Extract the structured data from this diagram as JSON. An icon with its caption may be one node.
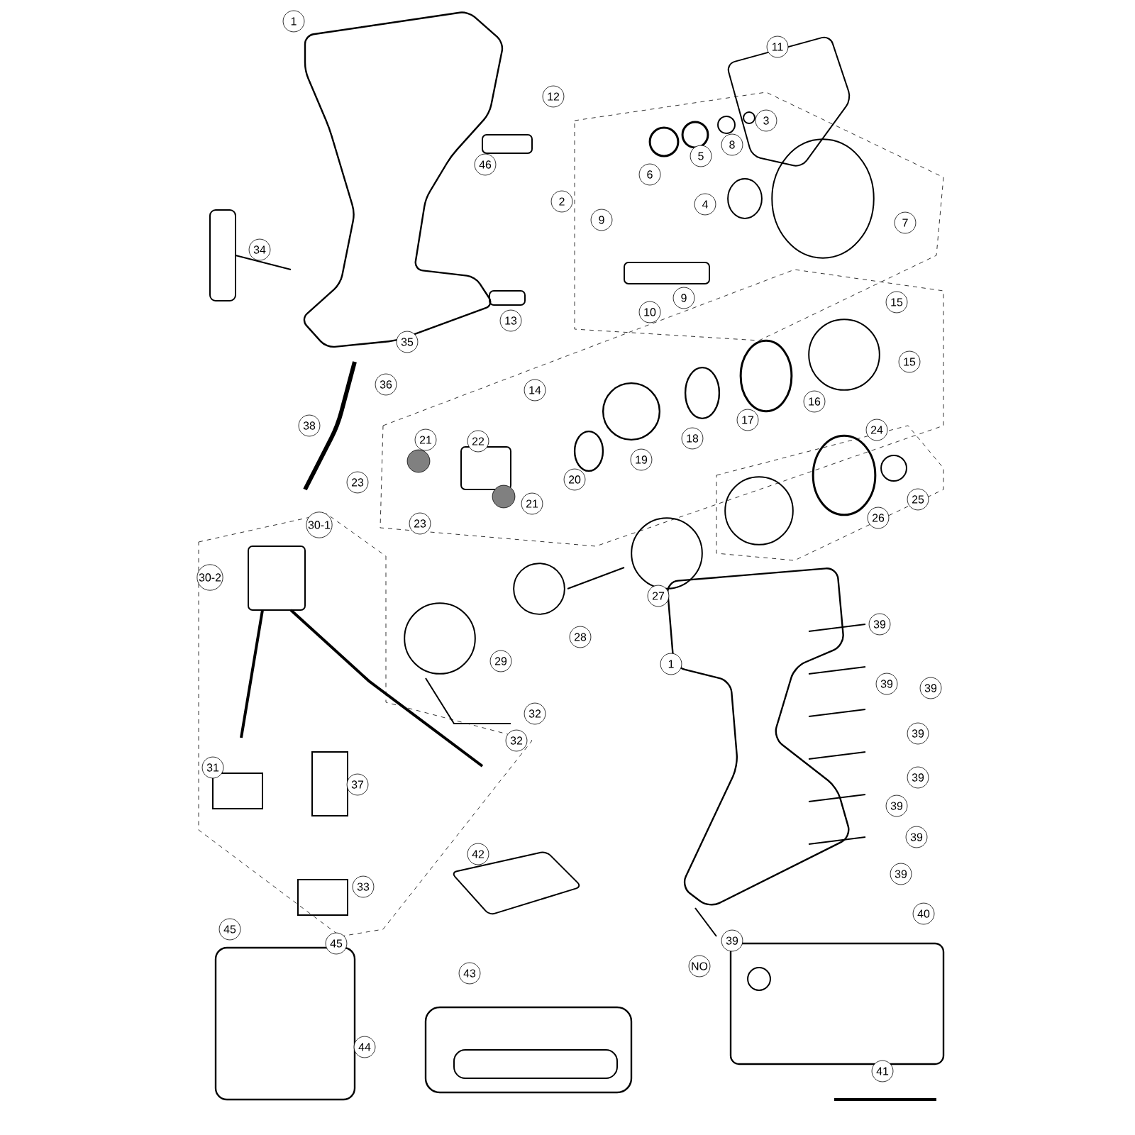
{
  "diagram": {
    "labels": [
      "1",
      "12",
      "46",
      "11",
      "3",
      "8",
      "5",
      "6",
      "2",
      "4",
      "9",
      "7",
      "9",
      "10",
      "34",
      "13",
      "35",
      "36",
      "15",
      "15",
      "14",
      "16",
      "17",
      "18",
      "19",
      "20",
      "21",
      "22",
      "21",
      "23",
      "23",
      "38",
      "24",
      "25",
      "26",
      "27",
      "28",
      "29",
      "30-1",
      "30-2",
      "31",
      "37",
      "33",
      "32",
      "32",
      "1",
      "39",
      "39",
      "39",
      "39",
      "39",
      "39",
      "39",
      "39",
      "39",
      "NO",
      "40",
      "41",
      "42",
      "43",
      "44",
      "45",
      "45"
    ]
  }
}
